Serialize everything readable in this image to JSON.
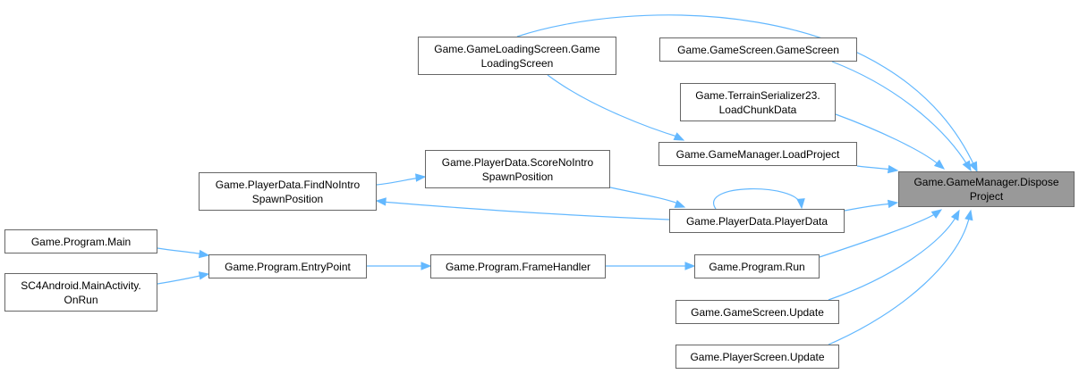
{
  "graph": {
    "type": "caller-graph",
    "focus_node": "n_dispose",
    "colors": {
      "edge": "#63b8ff",
      "node_border": "#666666",
      "node_fill": "#ffffff",
      "focus_fill": "#999999"
    },
    "nodes": [
      {
        "id": "n_dispose",
        "lines": [
          "Game.GameManager.Dispose",
          "Project"
        ],
        "focus": true
      },
      {
        "id": "n_loading",
        "lines": [
          "Game.GameLoadingScreen.Game",
          "LoadingScreen"
        ]
      },
      {
        "id": "n_gamescreen",
        "lines": [
          "Game.GameScreen.GameScreen"
        ]
      },
      {
        "id": "n_terrain",
        "lines": [
          "Game.TerrainSerializer23.",
          "LoadChunkData"
        ]
      },
      {
        "id": "n_loadproject",
        "lines": [
          "Game.GameManager.LoadProject"
        ]
      },
      {
        "id": "n_scorenointro",
        "lines": [
          "Game.PlayerData.ScoreNoIntro",
          "SpawnPosition"
        ]
      },
      {
        "id": "n_findnointro",
        "lines": [
          "Game.PlayerData.FindNoIntro",
          "SpawnPosition"
        ]
      },
      {
        "id": "n_playerdata",
        "lines": [
          "Game.PlayerData.PlayerData"
        ]
      },
      {
        "id": "n_main",
        "lines": [
          "Game.Program.Main"
        ]
      },
      {
        "id": "n_entry",
        "lines": [
          "Game.Program.EntryPoint"
        ]
      },
      {
        "id": "n_frame",
        "lines": [
          "Game.Program.FrameHandler"
        ]
      },
      {
        "id": "n_run",
        "lines": [
          "Game.Program.Run"
        ]
      },
      {
        "id": "n_sc4",
        "lines": [
          "SC4Android.MainActivity.",
          "OnRun"
        ]
      },
      {
        "id": "n_gsupdate",
        "lines": [
          "Game.GameScreen.Update"
        ]
      },
      {
        "id": "n_psupdate",
        "lines": [
          "Game.PlayerScreen.Update"
        ]
      }
    ],
    "edges": [
      {
        "from": "n_loading",
        "to": "n_dispose"
      },
      {
        "from": "n_gamescreen",
        "to": "n_dispose"
      },
      {
        "from": "n_terrain",
        "to": "n_dispose"
      },
      {
        "from": "n_loadproject",
        "to": "n_dispose"
      },
      {
        "from": "n_playerdata",
        "to": "n_dispose"
      },
      {
        "from": "n_run",
        "to": "n_dispose"
      },
      {
        "from": "n_gsupdate",
        "to": "n_dispose"
      },
      {
        "from": "n_psupdate",
        "to": "n_dispose"
      },
      {
        "from": "n_loading",
        "to": "n_loadproject"
      },
      {
        "from": "n_scorenointro",
        "to": "n_playerdata"
      },
      {
        "from": "n_playerdata",
        "to": "n_playerdata"
      },
      {
        "from": "n_playerdata",
        "to": "n_findnointro"
      },
      {
        "from": "n_findnointro",
        "to": "n_scorenointro"
      },
      {
        "from": "n_main",
        "to": "n_entry"
      },
      {
        "from": "n_sc4",
        "to": "n_entry"
      },
      {
        "from": "n_entry",
        "to": "n_frame"
      },
      {
        "from": "n_frame",
        "to": "n_run"
      }
    ]
  }
}
